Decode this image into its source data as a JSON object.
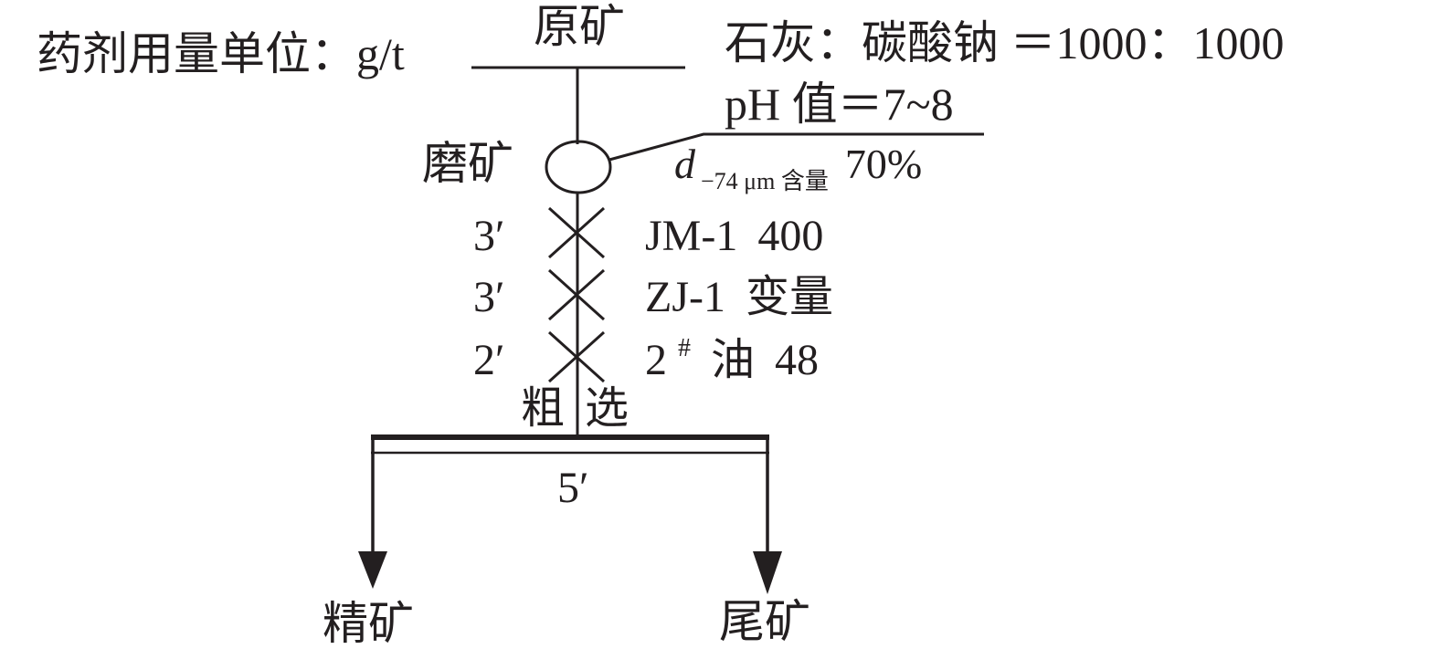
{
  "labels": {
    "unit_note": "药剂用量单位：g/t",
    "raw_ore": "原矿",
    "lime_ratio": "石灰：碳酸钠 ＝1000：1000",
    "ph": "pH 值＝7~8",
    "grinding": "磨矿",
    "grind_fineness_symbol": "d",
    "grind_fineness_subscript": "−74 μm 含量",
    "grind_fineness_value": "70%",
    "rougher_left": "粗",
    "rougher_right": "选",
    "rougher_time": "5′",
    "concentrate": "精矿",
    "tailings": "尾矿"
  },
  "reagents": [
    {
      "time": "3′",
      "name": "JM-1",
      "dosage": "400"
    },
    {
      "time": "3′",
      "name": "ZJ-1",
      "dosage": "变量"
    },
    {
      "time": "2′",
      "name": "2",
      "superscript": "#",
      "suffix": "油",
      "dosage": "48"
    }
  ],
  "colors": {
    "line": "#231f20",
    "text": "#231f20",
    "background": "#ffffff"
  }
}
